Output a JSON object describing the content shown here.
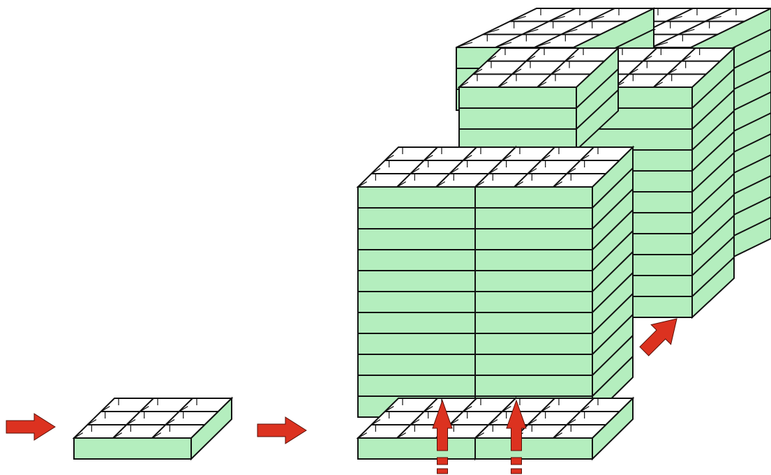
{
  "colors": {
    "tray_face": "#b4eebe",
    "tray_top": "#ffffff",
    "outline": "#111111",
    "arrow": "#dc3220"
  },
  "diagram": {
    "tray_compartments": {
      "rows": 3,
      "cols": 3
    },
    "stack_height": 10
  }
}
